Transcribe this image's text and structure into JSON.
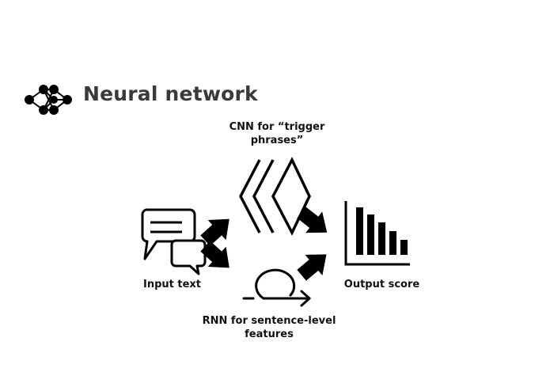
{
  "header": {
    "title": "Neural network",
    "logo_icon": "neural-network-icon"
  },
  "nodes": {
    "input": {
      "label": "Input text",
      "icon": "chat-bubbles-icon"
    },
    "cnn": {
      "label_line1": "CNN for “trigger",
      "label_line2": "phrases”",
      "icon": "chevron-layers-icon"
    },
    "rnn": {
      "label_line1": "RNN for sentence-level",
      "label_line2": "features",
      "icon": "loop-arrow-icon"
    },
    "output": {
      "label": "Output score",
      "icon": "bar-chart-icon"
    }
  },
  "colors": {
    "ink": "#000000",
    "title": "#3a3a3a",
    "background": "#ffffff"
  }
}
